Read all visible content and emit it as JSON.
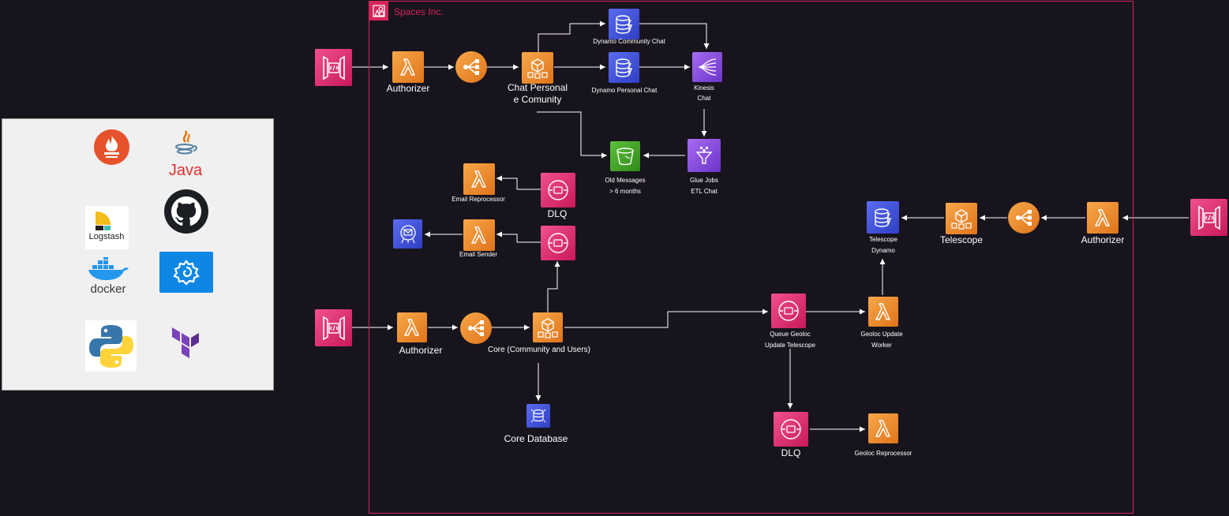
{
  "group": {
    "title": "Spaces Inc."
  },
  "nodes": {
    "api_top": {
      "label": ""
    },
    "authorizer_top": {
      "label": "Authorizer"
    },
    "chat_personal_line1": "Chat Personal",
    "chat_personal_line2": "e Comunity",
    "dynamo_community_chat": "Dynamo Community  Chat",
    "dynamo_personal_chat": "Dynamo Personal Chat",
    "kinesis_line1": "Kinesis",
    "kinesis_line2": "Chat",
    "glue_line1": "Glue Jobs",
    "glue_line2": "ETL Chat",
    "old_messages_line1": "Old Messages",
    "old_messages_line2": "> 6 months",
    "email_reprocessor": "Email Reprocessor",
    "dlq_email": "DLQ",
    "email_sender": "Email Sender",
    "authorizer_mid": "Authorizer",
    "core": "Core (Community and Users)",
    "core_database": "Core Database",
    "queue_geoloc_line1": "Queue Geoloc",
    "queue_geoloc_line2": "Update Telescope",
    "geoloc_worker_line1": "Geoloc Update",
    "geoloc_worker_line2": "Worker",
    "telescope_dynamo_line1": "Telescope",
    "telescope_dynamo_line2": "Dynamo",
    "telescope": "Telescope",
    "authorizer_right": "Authorizer",
    "dlq_geoloc": "DLQ",
    "geoloc_reprocessor": "Geoloc Reprocessor"
  },
  "tech_stack": {
    "java": "Java",
    "logstash": "Logstash",
    "docker": "docker"
  },
  "colors": {
    "background": "#18141d",
    "group_border": "#d6245a",
    "lambda_orange": "#ed7100",
    "api_pink": "#e7157b",
    "dynamo_blue": "#3b48cc",
    "kinesis_purple": "#8c4fff",
    "s3_green": "#3f8624",
    "panel_gray": "#f0f0f0"
  }
}
